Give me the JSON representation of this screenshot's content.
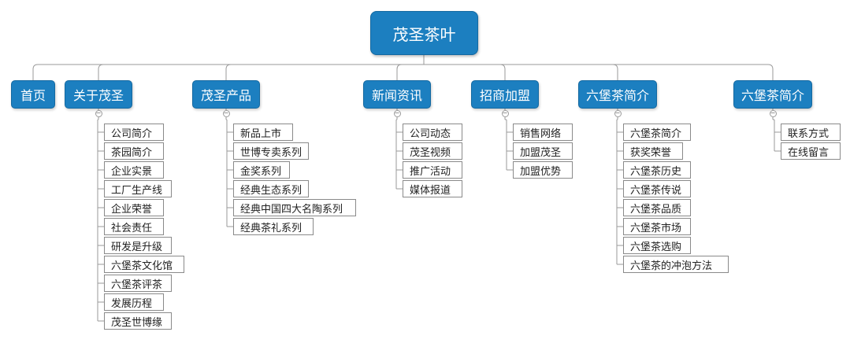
{
  "root": {
    "label": "茂圣茶叶"
  },
  "categories": [
    {
      "label": "首页",
      "children": []
    },
    {
      "label": "关于茂圣",
      "children": [
        "公司简介",
        "茶园简介",
        "企业实景",
        "工厂生产线",
        "企业荣誉",
        "社会责任",
        "研发是升级",
        "六堡茶文化馆",
        "六堡茶评茶",
        "发展历程",
        "茂圣世博缘"
      ]
    },
    {
      "label": "茂圣产品",
      "children": [
        "新品上市",
        "世博专卖系列",
        "金奖系列",
        "经典生态系列",
        "经典中国四大名陶系列",
        "经典茶礼系列"
      ]
    },
    {
      "label": "新闻资讯",
      "children": [
        "公司动态",
        "茂圣视频",
        "推广活动",
        "媒体报道"
      ]
    },
    {
      "label": "招商加盟",
      "children": [
        "销售网络",
        "加盟茂圣",
        "加盟优势"
      ]
    },
    {
      "label": "六堡茶简介",
      "children": [
        "六堡茶简介",
        "获奖荣誉",
        "六堡茶历史",
        "六堡茶传说",
        "六堡茶品质",
        "六堡茶市场",
        "六堡茶选购",
        "六堡茶的冲泡方法"
      ]
    },
    {
      "label": "六堡茶简介",
      "children": [
        "联系方式",
        "在线留言"
      ]
    }
  ],
  "toggle_symbol": "−",
  "colors": {
    "node_fill": "#1c7fc0",
    "node_border": "#1469a1",
    "line": "#9a9a9a"
  }
}
